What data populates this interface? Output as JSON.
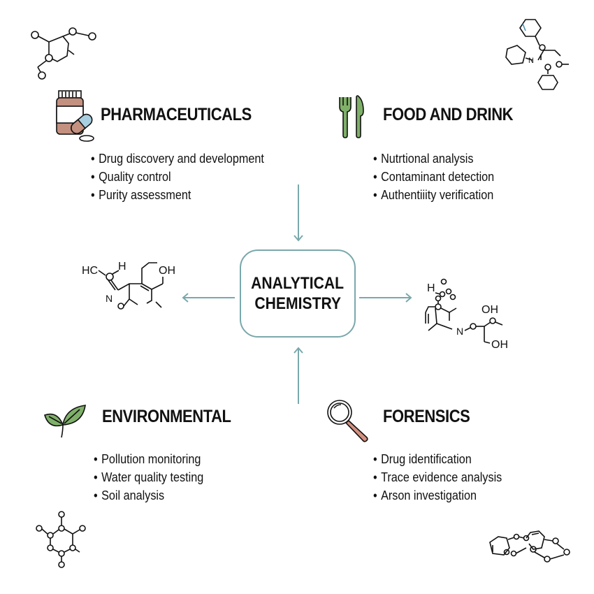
{
  "center": {
    "line1": "ANALYTICAL",
    "line2": "CHEMISTRY",
    "border_color": "#7aa8ab"
  },
  "arrow_color": "#7aa8ab",
  "sections": {
    "pharmaceuticals": {
      "title": "PHARMACEUTICALS",
      "icon": "pill-bottle-icon",
      "items": [
        "Drug discovery and development",
        "Quality control",
        "Purity assessment"
      ]
    },
    "food": {
      "title": "FOOD AND DRINK",
      "icon": "fork-knife-icon",
      "items": [
        "Nutrtional analysis",
        "Contaminant detection",
        "Authentiiity verification"
      ]
    },
    "environmental": {
      "title": "ENVIRONMENTAL",
      "icon": "leaf-icon",
      "items": [
        "Pollution monitoring",
        "Water quality testing",
        "Soil analysis"
      ]
    },
    "forensics": {
      "title": "FORENSICS",
      "icon": "magnifying-glass-icon",
      "items": [
        "Drug identification",
        "Trace evidence analysis",
        "Arson investigation"
      ]
    }
  },
  "molecules": {
    "left": {
      "labels": [
        "HC",
        "H",
        "OH",
        "N"
      ]
    },
    "right": {
      "labels": [
        "H",
        "OH",
        "N",
        "OH"
      ]
    },
    "top_right": {
      "labels": [
        "N"
      ]
    }
  },
  "colors": {
    "green": "#7fb069",
    "brown": "#c49080",
    "blue": "#a8cfe0",
    "teal": "#7aa8ab"
  }
}
